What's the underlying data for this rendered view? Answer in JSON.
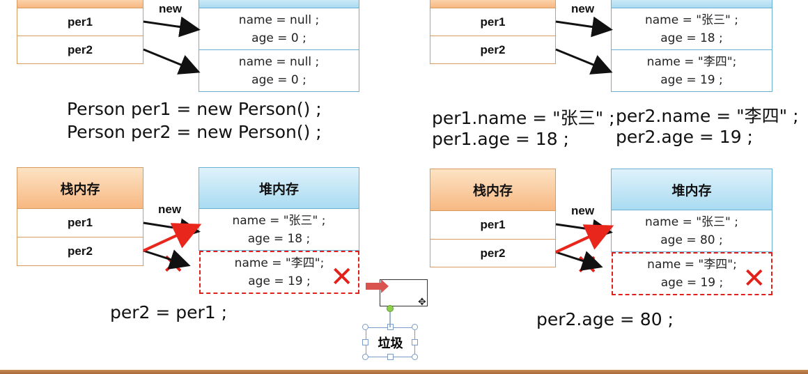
{
  "labels": {
    "stack": "栈内存",
    "heap": "堆内存",
    "new": "new",
    "per1": "per1",
    "per2": "per2",
    "garbage": "垃圾"
  },
  "panels": {
    "top_left": {
      "obj1": [
        "name = null ;",
        "age = 0 ;"
      ],
      "obj2": [
        "name = null ;",
        "age = 0 ;"
      ],
      "code": [
        "Person per1 = new Person() ;",
        "Person per2 = new Person() ;"
      ]
    },
    "top_right": {
      "obj1": [
        "name = \"张三\" ;",
        "age = 18 ;"
      ],
      "obj2": [
        "name = \"李四\";",
        "age = 19 ;"
      ],
      "code_left": [
        "per1.name = \"张三\" ;",
        "per1.age = 18 ;"
      ],
      "code_right": [
        "per2.name = \"李四\" ;",
        "per2.age = 19 ;"
      ]
    },
    "bottom_left": {
      "obj1": [
        "name = \"张三\" ;",
        "age = 18 ;"
      ],
      "obj2": [
        "name = \"李四\";",
        "age = 19 ;"
      ],
      "code": [
        "per2 = per1 ;"
      ]
    },
    "bottom_right": {
      "obj1": [
        "name = \"张三\" ;",
        "age = 80 ;"
      ],
      "obj2": [
        "name = \"李四\";",
        "age = 19 ;"
      ],
      "code": [
        "per2.age = 80 ;"
      ]
    }
  },
  "colors": {
    "reassigned_arrow": "#e8261c",
    "old_arrow": "#111111",
    "garbage_border": "#e0201a",
    "cross_mark": "#e3211b"
  },
  "marks": {
    "cross": "✕"
  }
}
